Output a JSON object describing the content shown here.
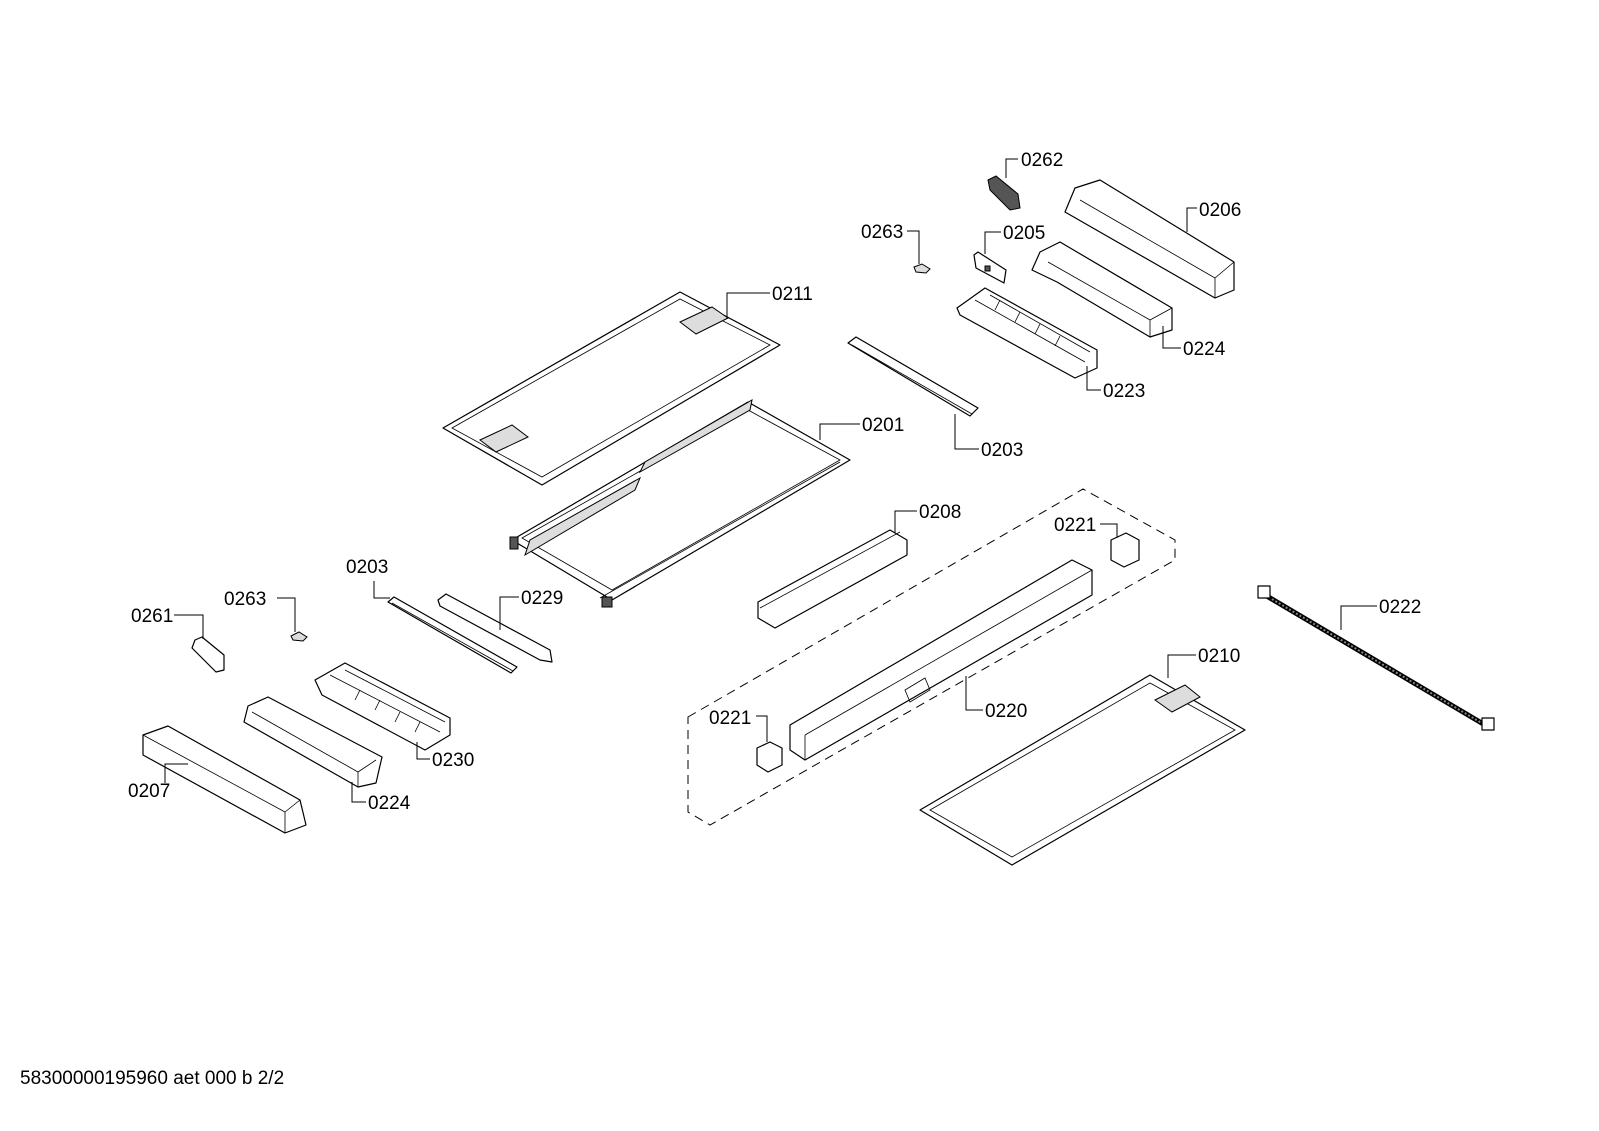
{
  "diagram": {
    "type": "exploded-parts-diagram",
    "callouts": {
      "c0262": "0262",
      "c0206": "0206",
      "c0263a": "0263",
      "c0205": "0205",
      "c0211": "0211",
      "c0224a": "0224",
      "c0223": "0223",
      "c0201": "0201",
      "c0203a": "0203",
      "c0208": "0208",
      "c0221a": "0221",
      "c0203b": "0203",
      "c0229": "0229",
      "c0261": "0261",
      "c0263b": "0263",
      "c0222": "0222",
      "c0210": "0210",
      "c0221b": "0221",
      "c0220": "0220",
      "c0230": "0230",
      "c0207": "0207",
      "c0224b": "0224"
    },
    "footer": "58300000195960 aet 000 b 2/2"
  }
}
